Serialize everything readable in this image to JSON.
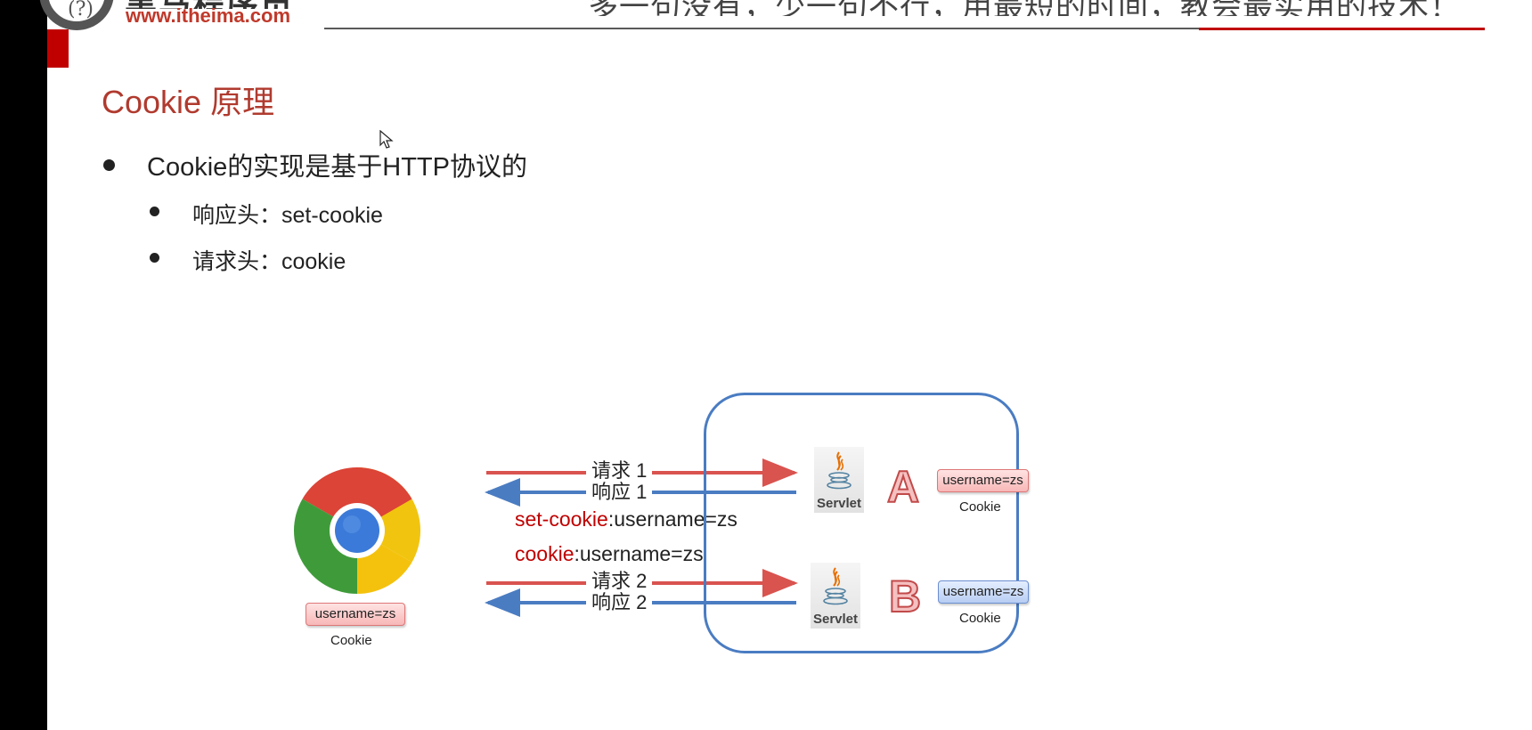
{
  "header": {
    "logo_icon": "itheima-logo-icon",
    "logo_glyph": "(?)",
    "logo_brand": "黑马程序员",
    "logo_url": "www.itheima.com",
    "slogan": "多一句没有，少一句不行，用最短的时间，教会最实用的技术！"
  },
  "slide": {
    "title": "Cookie 原理",
    "bullets": [
      {
        "text": "Cookie的实现是基于HTTP协议的",
        "level": 1
      },
      {
        "text": "响应头：set-cookie",
        "level": 2
      },
      {
        "text": "请求头：cookie",
        "level": 2
      }
    ]
  },
  "diagram": {
    "browser_icon": "chrome-icon",
    "browser_cookie": {
      "value": "username=zs",
      "caption": "Cookie"
    },
    "flow1": {
      "request": "请求 1",
      "response": "响应 1"
    },
    "flow2": {
      "request": "请求 2",
      "response": "响应 2"
    },
    "set_cookie": {
      "key": "set-cookie",
      "value": ":username=zs"
    },
    "cookie_header": {
      "key": "cookie",
      "value": ":username=zs"
    },
    "servlet_label": "Servlet",
    "servlet_icon": "java-icon",
    "servers": [
      {
        "letter": "A",
        "cookie": "username=zs",
        "caption": "Cookie"
      },
      {
        "letter": "B",
        "cookie": "username=zs",
        "caption": "Cookie"
      }
    ]
  },
  "colors": {
    "accent_red": "#c00000",
    "title_red": "#b03a2e",
    "request_arrow": "#d9534f",
    "response_arrow": "#4a7cc2",
    "server_border": "#4a7cc2"
  }
}
